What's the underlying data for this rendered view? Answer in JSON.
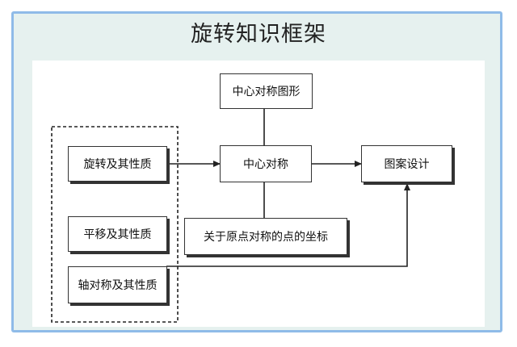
{
  "title": "旋转知识框架",
  "nodes": {
    "center_symmetric_figure": "中心对称图形",
    "center_symmetry": "中心对称",
    "pattern_design": "图案设计",
    "origin_symmetric_coords": "关于原点对称的点的坐标",
    "rotation_properties": "旋转及其性质",
    "translation_properties": "平移及其性质",
    "axial_symmetry_properties": "轴对称及其性质"
  },
  "colors": {
    "frame_border": "#8fbbe8",
    "frame_bg": "#e6f1ef",
    "line": "#333333"
  }
}
